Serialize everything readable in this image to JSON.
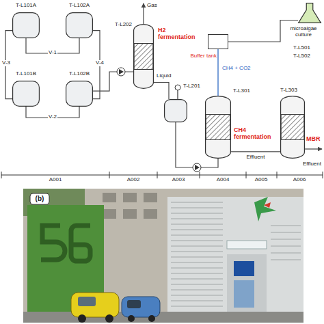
{
  "diagram": {
    "nodes": [
      {
        "text": [
          "T-L101A"
        ]
      },
      {
        "text": [
          "T-L102A"
        ]
      },
      {
        "text": [
          "T-L101B"
        ]
      },
      {
        "text": [
          "T-L102B"
        ]
      },
      {
        "text": [
          "T-L202",
          "H2 fermentation"
        ]
      },
      {
        "text": [
          "T-L201"
        ]
      },
      {
        "text": [
          "Buffer tank"
        ]
      },
      {
        "text": [
          "T-L301",
          "CH4 fermentation"
        ]
      },
      {
        "text": [
          "T-L303",
          "MBR"
        ]
      },
      {
        "text": [
          "microalgae culture"
        ]
      }
    ],
    "edges": [
      {
        "from": 0,
        "to": 1,
        "label": "V-1",
        "arrow": "none"
      },
      {
        "from": 0,
        "to": 2,
        "label": "V-3",
        "arrow": "none"
      },
      {
        "from": 1,
        "to": 3,
        "label": "V-4",
        "arrow": "none"
      },
      {
        "from": 2,
        "to": 3,
        "label": "V-2",
        "arrow": "none"
      },
      {
        "from": 3,
        "to": 4,
        "arrow": "none"
      },
      {
        "from": 4,
        "to": 5,
        "label": "Liquid",
        "arrow": "none"
      },
      {
        "from": 5,
        "to": 7,
        "arrow": "none"
      },
      {
        "from": 7,
        "to": 6,
        "label": "CH4 + CO2",
        "arrow": "none"
      },
      {
        "from": 6,
        "to": 9,
        "arrow": "none"
      },
      {
        "from": 7,
        "to": 8,
        "label": "Effluent",
        "arrow": "none"
      }
    ],
    "labels": [
      "Gas",
      "T-L501",
      "T-L502",
      "Effluent",
      "A001",
      "A002",
      "A003",
      "A004",
      "A005",
      "A006",
      "(b)"
    ]
  }
}
